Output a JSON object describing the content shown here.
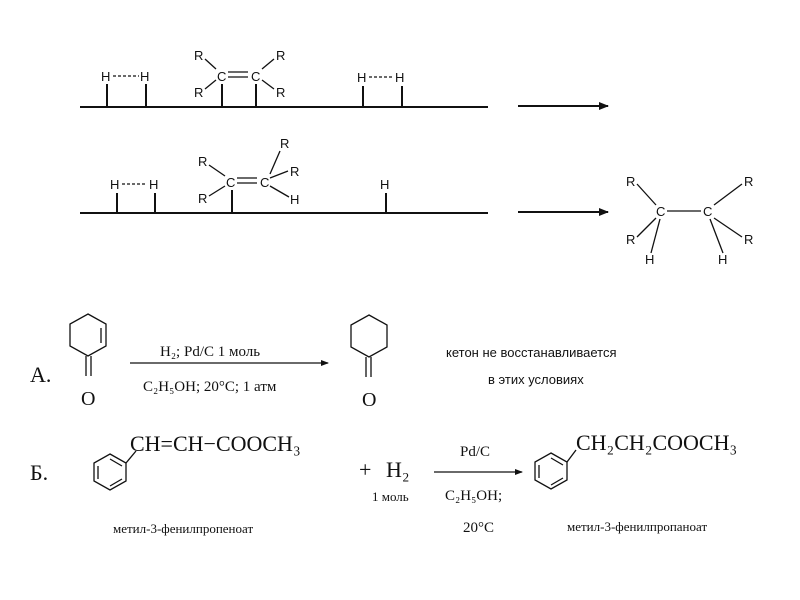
{
  "mechanism": {
    "atom_H": "H",
    "atom_R": "R",
    "atom_C": "C"
  },
  "reaction_a": {
    "label": "А.",
    "reagents_top": "H₂; Pd/C 1 моль",
    "reagents_bottom": "C₂H₅OH; 20°C; 1 атм",
    "oxygen": "O",
    "note_line1": "кетон не восстанавливается",
    "note_line2": "в этих условиях"
  },
  "reaction_b": {
    "label": "Б.",
    "reactant_chain": "CH=CH−COOCH₃",
    "plus": "+",
    "h2": "H₂",
    "h2_amount": "1 моль",
    "catalyst": "Pd/C",
    "solvent": "C₂H₅OH;",
    "temperature": "20°C",
    "product_chain": "CH₂CH₂COOCH₃",
    "reactant_name": "метил-3-фенилпропеноат",
    "product_name": "метил-3-фенилпропаноат"
  }
}
